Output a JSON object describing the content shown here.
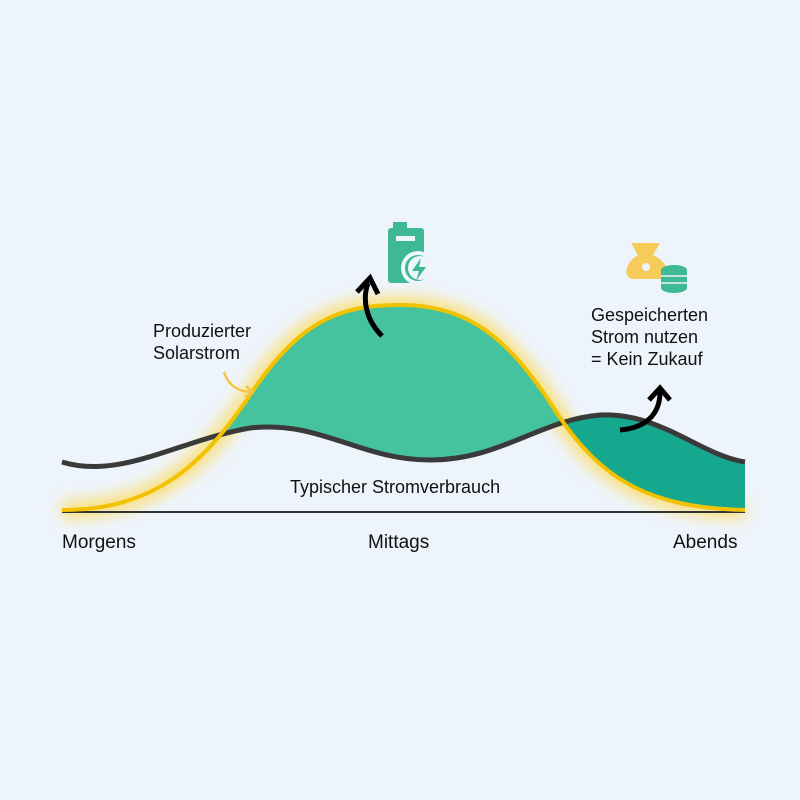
{
  "labels": {
    "solar": [
      "Produzierter",
      "Solarstrom"
    ],
    "consumption": "Typischer Stromverbrauch",
    "stored": [
      "Gespeicherten",
      "Strom nutzen",
      "= Kein Zukauf"
    ]
  },
  "axis": {
    "morning": "Morgens",
    "noon": "Mittags",
    "evening": "Abends"
  },
  "icons": {
    "battery": "battery-charging-icon",
    "savings": "money-bag-coins-icon"
  },
  "colors": {
    "background": "#eef4fb",
    "solar_line": "#f2c200",
    "consumption_line": "#3a3a3a",
    "surplus_fill": "#45c29e",
    "stored_fill": "#16a88f",
    "bag": "#f5cc5a",
    "coins": "#3fb894"
  }
}
